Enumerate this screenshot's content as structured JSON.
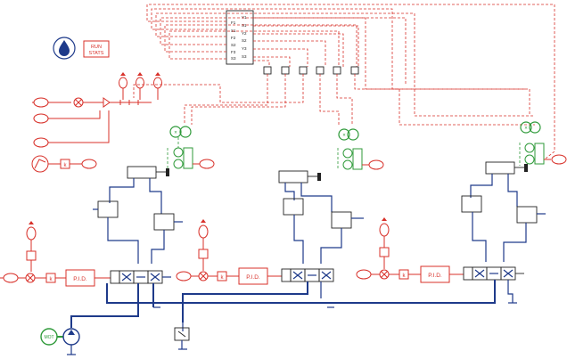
{
  "toolbar": {
    "simulate_icon": "water-drop-icon",
    "run_stats_line1": "RUN",
    "run_stats_line2": "STATS"
  },
  "bus": {
    "left_ports": [
      "F1",
      "S1",
      "F2",
      "S2",
      "F3",
      "S3"
    ],
    "right_ports": [
      "Y1",
      "S1",
      "Y2",
      "S2",
      "Y3",
      "S3"
    ]
  },
  "gain_label": "k",
  "controllers": [
    {
      "label": "P.I.D."
    },
    {
      "label": "P.I.D."
    },
    {
      "label": "P.I.D."
    }
  ],
  "motor_label": "MOT",
  "colors": {
    "signal": "#d8312a",
    "mechanical": "#2f9a3a",
    "hydraulic": "#1e3a8a",
    "component": "#222222"
  }
}
